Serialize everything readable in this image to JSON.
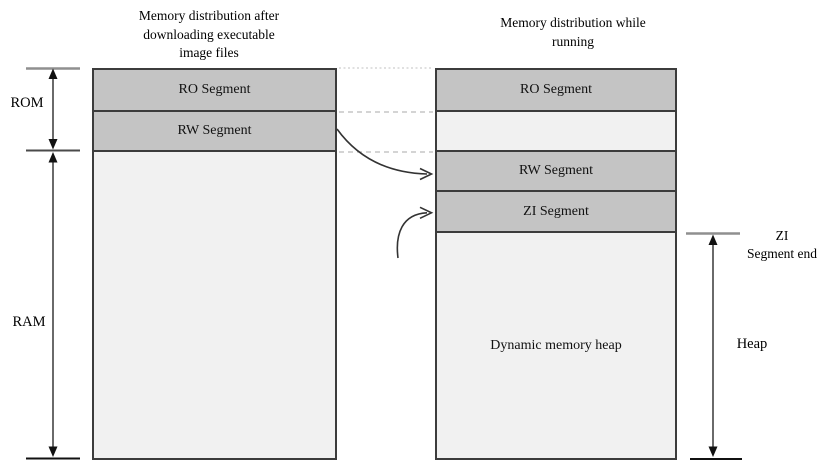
{
  "titles": {
    "left_lines": [
      "Memory distribution after",
      "downloading executable",
      "image files"
    ],
    "right_lines": [
      "Memory distribution while",
      "running"
    ]
  },
  "columns": {
    "download": {
      "ro": "RO Segment",
      "rw": "RW Segment"
    },
    "running": {
      "ro": "RO Segment",
      "rw": "RW Segment",
      "zi": "ZI Segment",
      "heap": "Dynamic memory heap"
    }
  },
  "side_labels": {
    "rom": "ROM",
    "ram": "RAM",
    "zi_end_line1": "ZI",
    "zi_end_line2": "Segment end",
    "heap": "Heap"
  },
  "colors": {
    "segment_fill": "#c4c4c4",
    "empty_fill": "#f1f1f1",
    "border": "#3c3c3c",
    "dashed_line": "#c6c6c6",
    "arrow": "#2b2b2b",
    "cap_gray": "#8f8f8f"
  }
}
